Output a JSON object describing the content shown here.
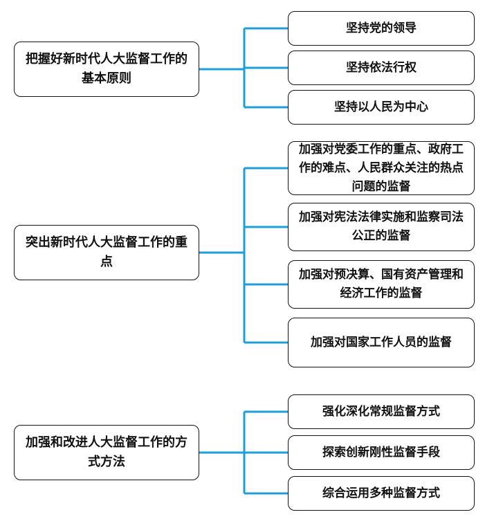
{
  "colors": {
    "connector": "#1a9fd8",
    "border": "#111111",
    "text": "#111111",
    "background": "#ffffff"
  },
  "groups": [
    {
      "root": "把握好新时代人大监督工作的基本原则",
      "children": [
        "坚持党的领导",
        "坚持依法行权",
        "坚持以人民为中心"
      ]
    },
    {
      "root": "突出新时代人大监督工作的重点",
      "children": [
        "加强对党委工作的重点、政府工作的难点、人民群众关注的热点问题的监督",
        "加强对宪法法律实施和监察司法公正的监督",
        "加强对预决算、国有资产管理和经济工作的监督",
        "加强对国家工作人员的监督"
      ]
    },
    {
      "root": "加强和改进人大监督工作的方式方法",
      "children": [
        "强化深化常规监督方式",
        "探索创新刚性监督手段",
        "综合运用多种监督方式"
      ]
    }
  ]
}
